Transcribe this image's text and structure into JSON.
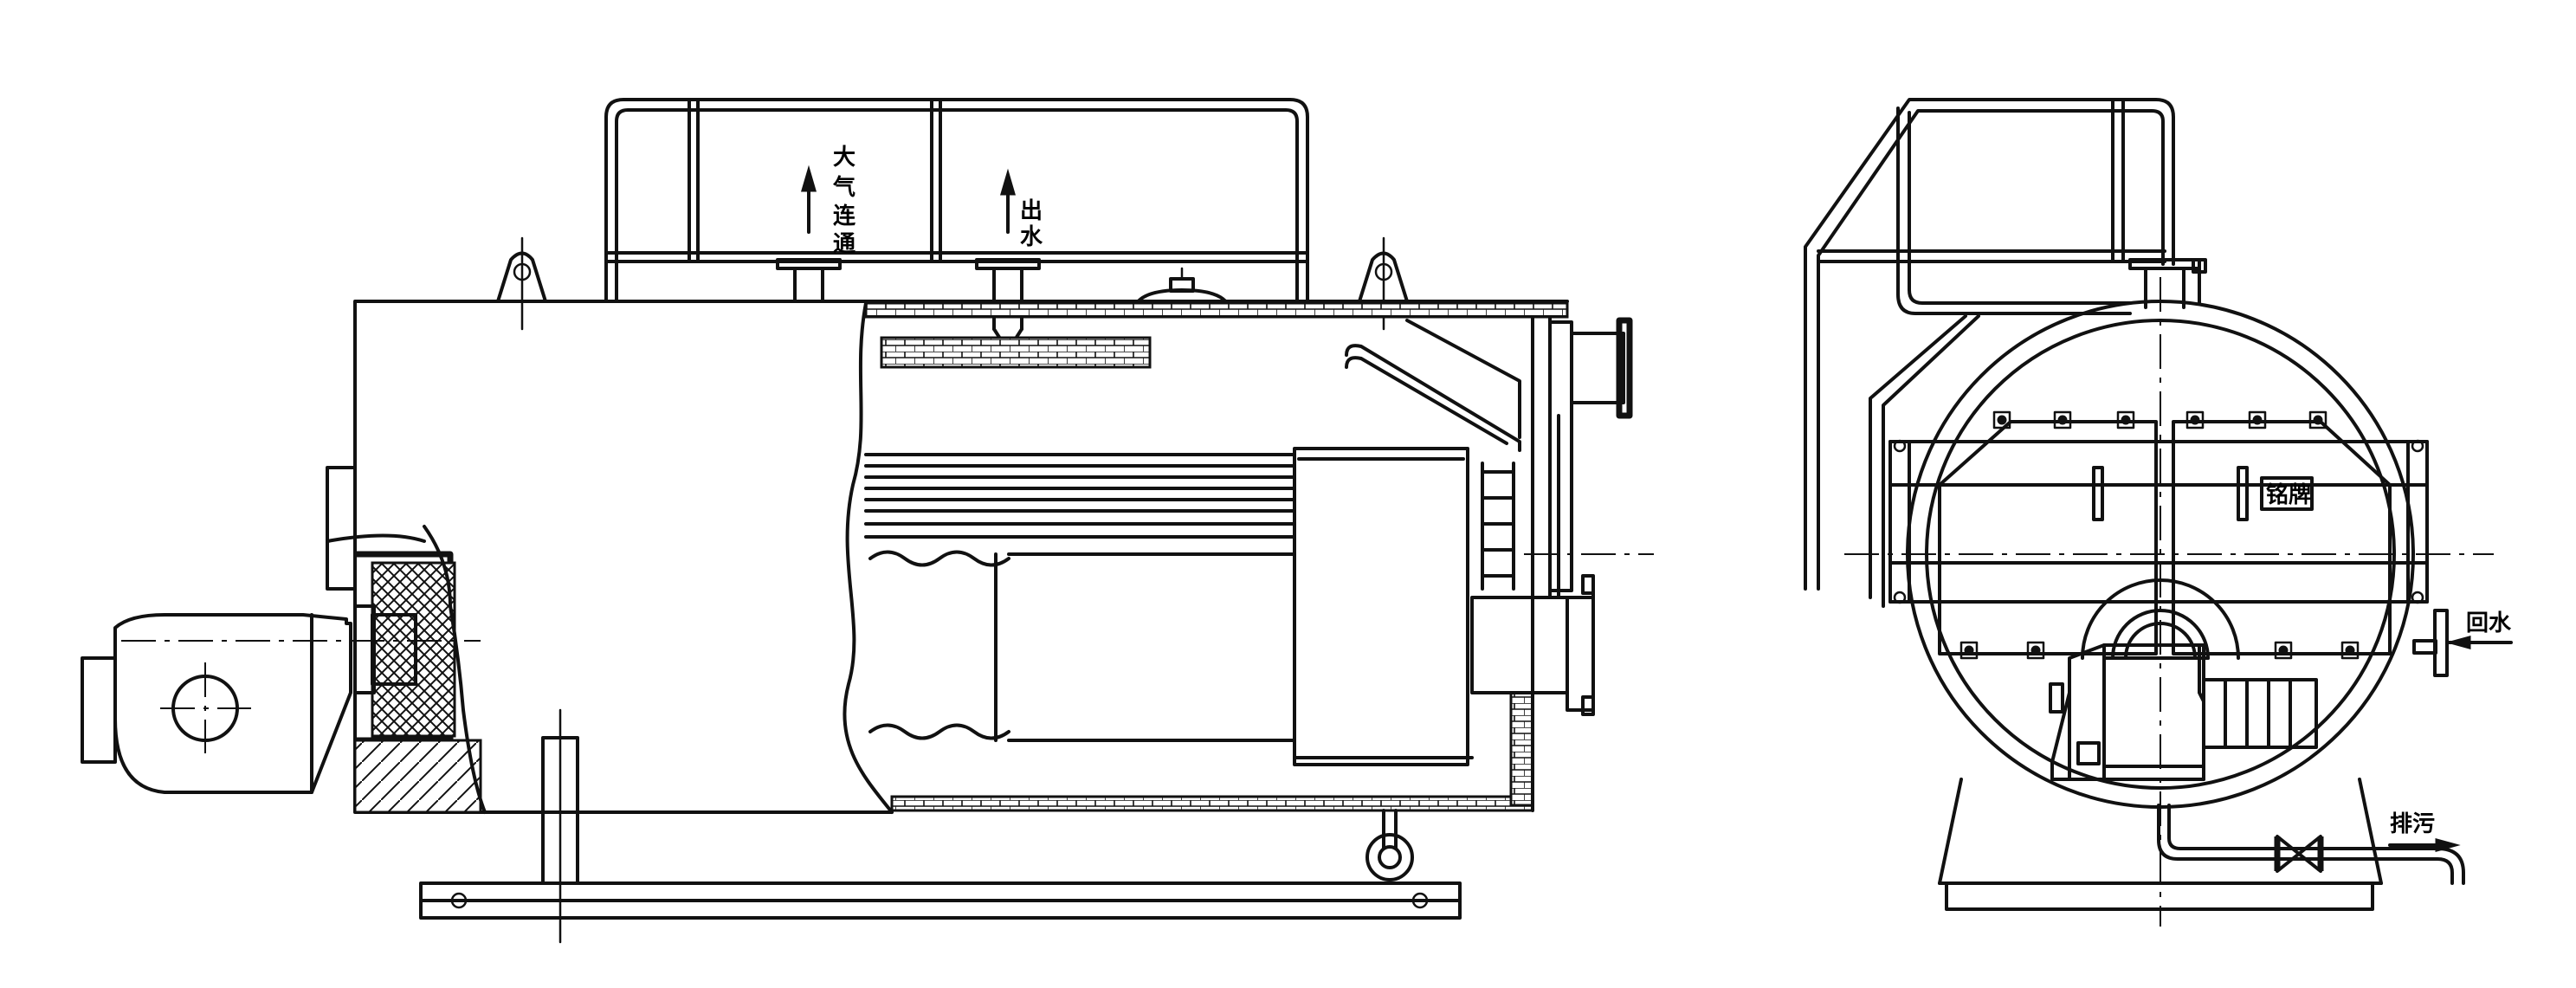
{
  "labels": {
    "atmosphere_vertical": [
      "大",
      "气",
      "连",
      "通"
    ],
    "water_outlet_vertical": [
      "出",
      "水"
    ],
    "nameplate": "铭牌",
    "return_water": "回水",
    "drain": "排污"
  }
}
